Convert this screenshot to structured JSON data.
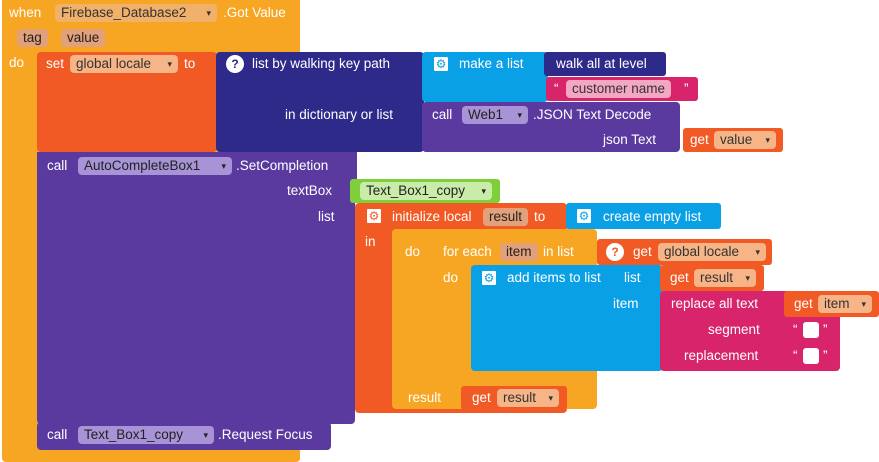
{
  "event": {
    "when": "when",
    "component": "Firebase_Database2",
    "event_name": ".Got Value",
    "params": [
      "tag",
      "value"
    ],
    "do": "do"
  },
  "set_block": {
    "set": "set",
    "variable": "global locale",
    "to": "to"
  },
  "walk": {
    "label": "list by walking key path",
    "dict_label": "in dictionary or list"
  },
  "make_list": {
    "label": "make a list",
    "walk_all": "walk all at level",
    "quote_open": "“",
    "key": "customer name",
    "quote_close": "”"
  },
  "json_decode": {
    "call": "call",
    "component": "Web1",
    "method": ".JSON Text Decode",
    "param_label": "json Text",
    "get": "get",
    "value": "value"
  },
  "set_completion": {
    "call": "call",
    "component": "AutoCompleteBox1",
    "method": ".SetCompletion",
    "textbox_label": "textBox",
    "textbox_value": "Text_Box1_copy",
    "list_label": "list"
  },
  "init_local": {
    "label": "initialize local",
    "name": "result",
    "to": "to",
    "in": "in",
    "create_empty": "create empty list"
  },
  "do_block": {
    "do": "do",
    "result_label": "result",
    "get": "get",
    "result_var": "result"
  },
  "foreach": {
    "for_each": "for each",
    "item": "item",
    "in_list": "in list",
    "do": "do",
    "get": "get",
    "source": "global locale"
  },
  "add_items": {
    "label": "add items to list",
    "list_label": "list",
    "item_label": "item",
    "get": "get",
    "list_var": "result"
  },
  "replace": {
    "label": "replace all text",
    "segment": "segment",
    "replacement": "replacement",
    "get": "get",
    "var": "item",
    "quote_open": "“",
    "quote_close": "”"
  },
  "request_focus": {
    "call": "call",
    "component": "Text_Box1_copy",
    "method": ".Request Focus"
  },
  "dropdown_arrow": "▾",
  "colors": {
    "control": "#f6a623",
    "variables": "#f15a24",
    "dictionaries": "#2e2a8a",
    "lists": "#0aa0e6",
    "component": "#5b3aa0",
    "text": "#d7246a",
    "textbox": "#7fcf3b"
  }
}
